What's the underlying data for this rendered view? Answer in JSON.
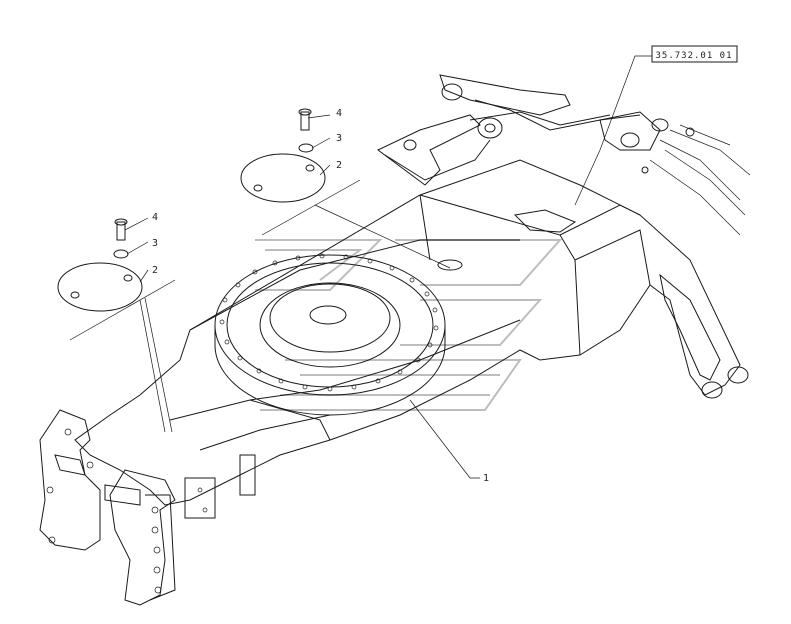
{
  "reference_box": "35.732.01 01",
  "callouts": {
    "bolt_right": "4",
    "washer_right": "3",
    "cover_right": "2",
    "bolt_left": "4",
    "washer_left": "3",
    "cover_left": "2",
    "frame": "1"
  }
}
